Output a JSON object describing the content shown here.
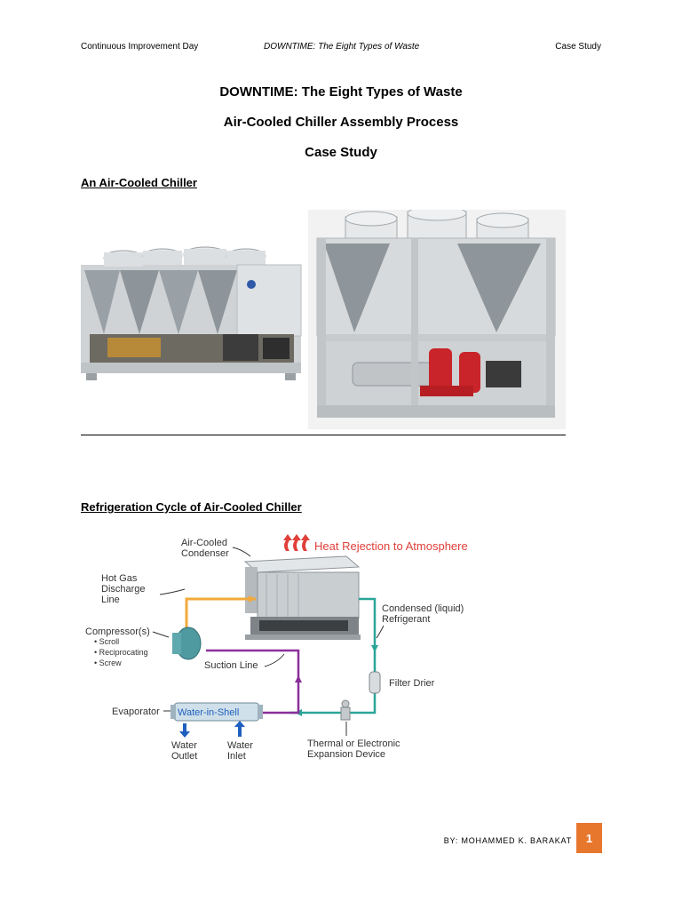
{
  "header": {
    "left": "Continuous Improvement Day",
    "center": "DOWNTIME: The Eight Types of Waste",
    "right": "Case Study"
  },
  "titles": {
    "line1": "DOWNTIME: The Eight Types of Waste",
    "line2": "Air-Cooled Chiller Assembly Process",
    "line3": "Case Study"
  },
  "sections": {
    "chiller": "An Air-Cooled Chiller",
    "cycle": "Refrigeration Cycle of Air-Cooled Chiller"
  },
  "diagram": {
    "condenser": [
      "Air-Cooled",
      "Condenser"
    ],
    "heat_rejection": "Heat Rejection to Atmosphere",
    "hot_gas": [
      "Hot Gas",
      "Discharge",
      "Line"
    ],
    "compressor": "Compressor(s)",
    "compressor_types": [
      "Scroll",
      "Reciprocating",
      "Screw"
    ],
    "suction": "Suction Line",
    "condensed": [
      "Condensed (liquid)",
      "Refrigerant"
    ],
    "filter": "Filter Drier",
    "evaporator": "Evaporator",
    "water_in_shell": "Water-in-Shell",
    "water_outlet": [
      "Water",
      "Outlet"
    ],
    "water_inlet": [
      "Water",
      "Inlet"
    ],
    "expansion": [
      "Thermal or Electronic",
      "Expansion Device"
    ]
  },
  "footer": {
    "author": "BY: MOHAMMED K. BARAKAT",
    "page": "1"
  },
  "colors": {
    "accent_orange": "#e8772e",
    "hot_line": "#f2a93b",
    "liquid_line": "#2aa598",
    "suction_line": "#8a2f9a",
    "heat_text": "#e0403a",
    "water_arrow": "#1f5fbf"
  }
}
